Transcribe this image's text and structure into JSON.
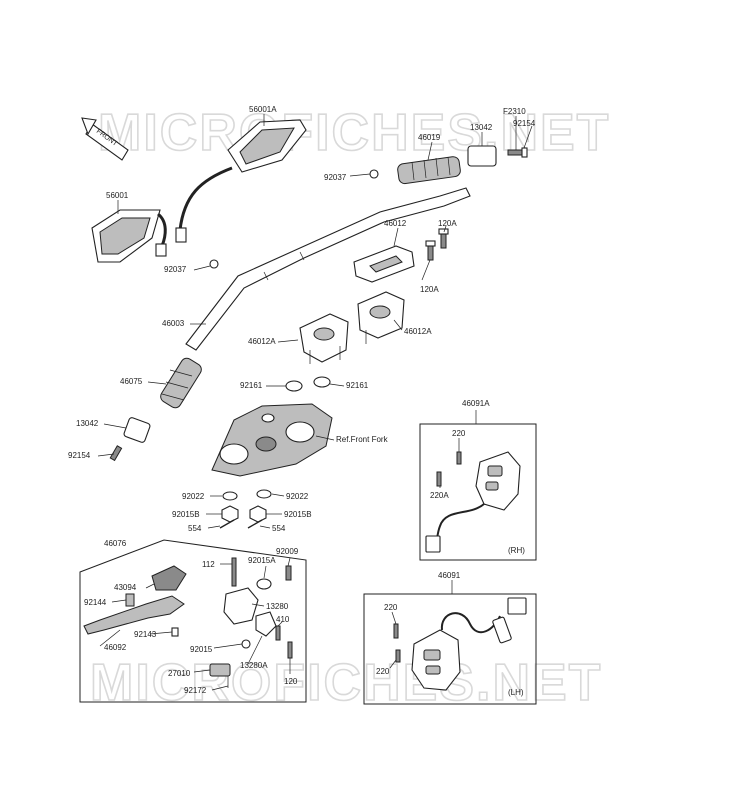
{
  "watermark": "MICROFICHES.NET",
  "front_label": "FRONT",
  "ref_label": "Ref.Front Fork",
  "box_rh_label": "(RH)",
  "box_lh_label": "(LH)",
  "parts": {
    "p56001A": "56001A",
    "pF2310": "F2310",
    "p13042a": "13042",
    "p92154a": "92154",
    "p46019": "46019",
    "p92037a": "92037",
    "p56001": "56001",
    "p46012": "46012",
    "p120Aa": "120A",
    "p120Ab": "120A",
    "p92037b": "92037",
    "p46003": "46003",
    "p46012Aa": "46012A",
    "p46012Ab": "46012A",
    "p46075": "46075",
    "p92161a": "92161",
    "p92161b": "92161",
    "p13042b": "13042",
    "p92154b": "92154",
    "p46091A": "46091A",
    "p220a": "220",
    "p220Aa": "220A",
    "p92022a": "92022",
    "p92022b": "92022",
    "p92015Ba": "92015B",
    "p92015Bb": "92015B",
    "p554a": "554",
    "p554b": "554",
    "p46076": "46076",
    "p112": "112",
    "p92015A": "92015A",
    "p92009": "92009",
    "p43094": "43094",
    "p92144": "92144",
    "p13280": "13280",
    "p410": "410",
    "p92143": "92143",
    "p46092": "46092",
    "p92015": "92015",
    "p13280A": "13280A",
    "p120": "120",
    "p27010": "27010",
    "p92172": "92172",
    "p46091": "46091",
    "p220b": "220",
    "p220c": "220"
  }
}
